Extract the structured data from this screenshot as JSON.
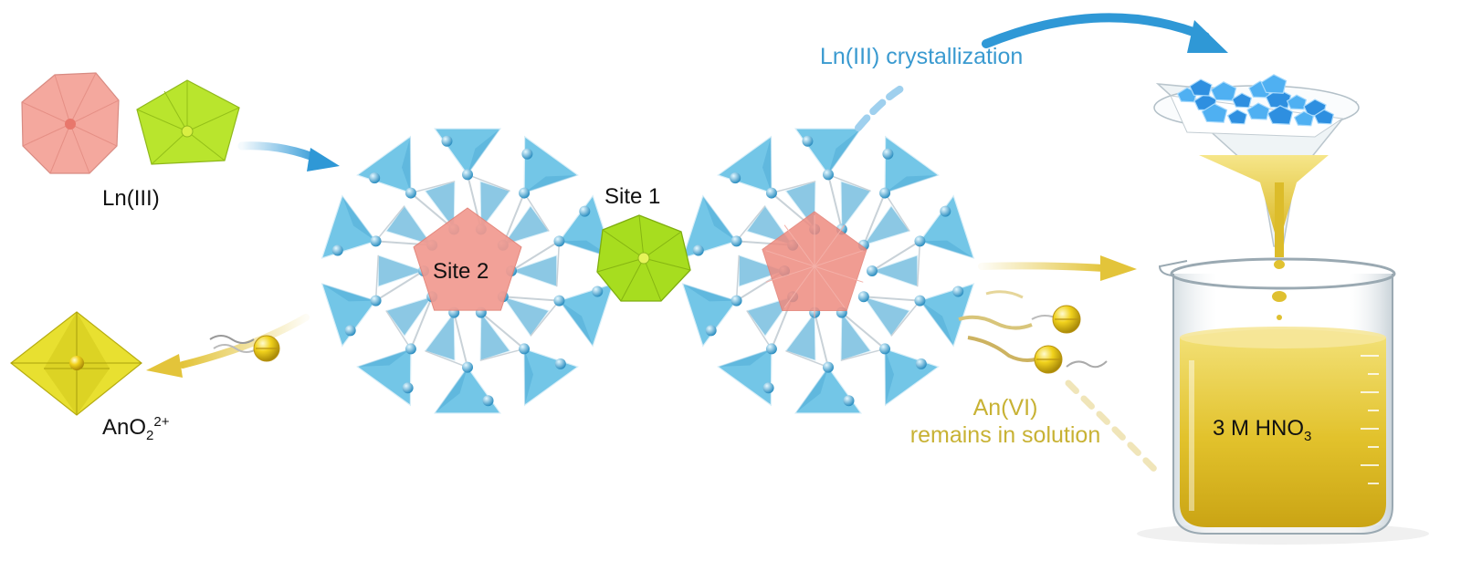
{
  "labels": {
    "ln_iii": "Ln(III)",
    "an_prefix": "An",
    "an_sub": "O",
    "an_sub2": "2",
    "an_sup": "2+",
    "site_1": "Site 1",
    "site_2": "Site 2",
    "ln_crystallization": "Ln(III) crystallization",
    "an_vi": "An(VI)",
    "remains": "remains in solution",
    "hno3_prefix": "3 M HNO",
    "hno3_sub": "3"
  },
  "colors": {
    "framework_blue": "#6cc3e6",
    "framework_blue_dark": "#3b9fcd",
    "ln_pink": "#f2a197",
    "site1_green": "#a7dd1f",
    "an_yellow": "#e0d624",
    "arrow_blue": "#2f98d6",
    "arrow_gold": "#e3c43a",
    "solution_yellow": "#e6c935",
    "crystal_blue": "#2e8fe0"
  },
  "icons": [
    "ln-pink-polyhedron-icon",
    "ln-green-polyhedron-icon",
    "an-bipyramid-icon",
    "uranyl-ball-icon",
    "filter-funnel-icon",
    "beaker-icon",
    "crystal-icon"
  ]
}
